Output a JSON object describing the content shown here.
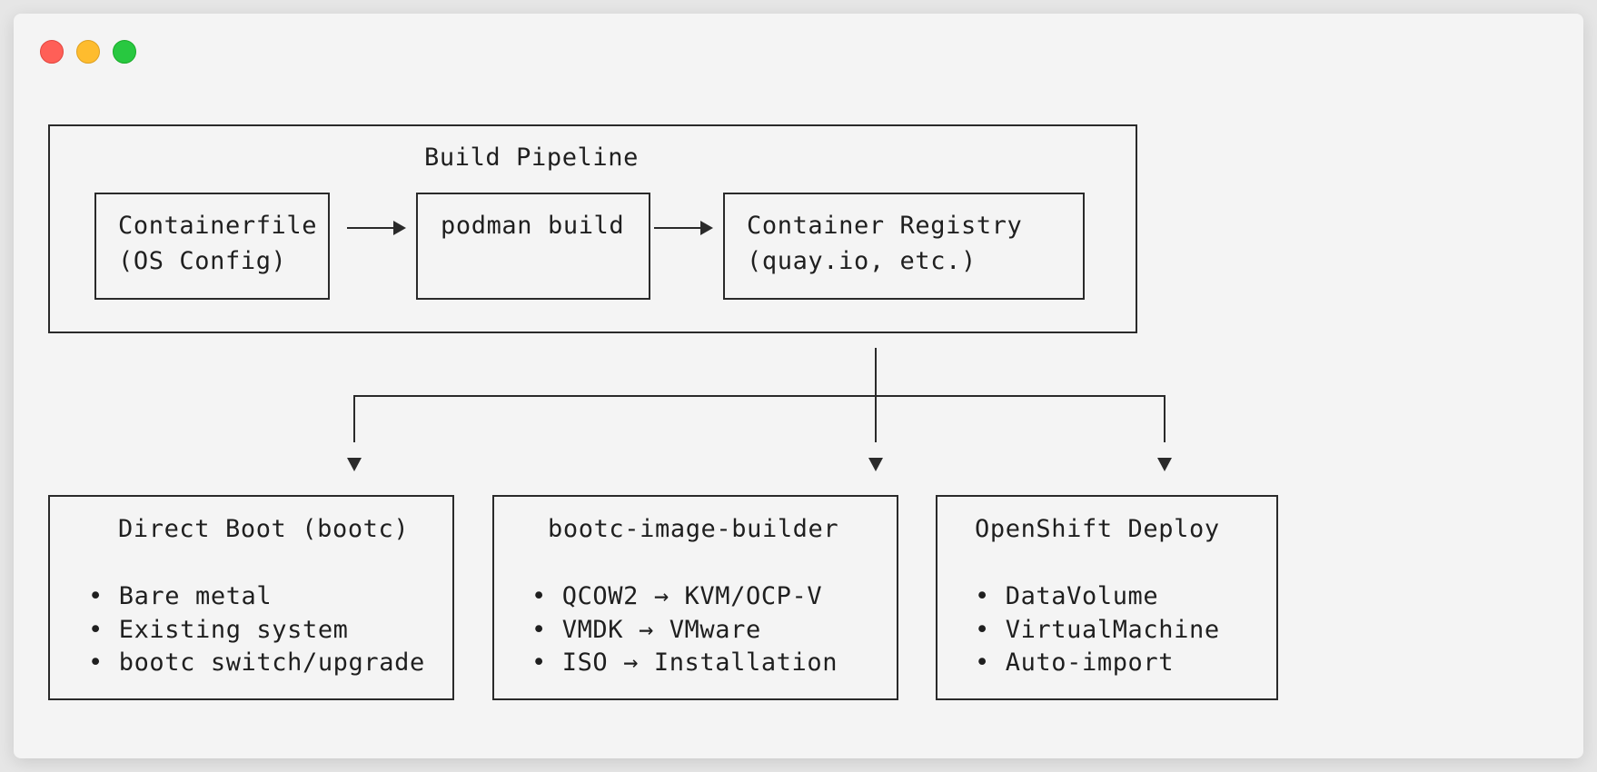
{
  "pipeline": {
    "title": "Build Pipeline",
    "steps": [
      {
        "line1": "Containerfile",
        "line2": "(OS Config)"
      },
      {
        "line1": "podman build",
        "line2": ""
      },
      {
        "line1": "Container Registry",
        "line2": "(quay.io, etc.)"
      }
    ]
  },
  "targets": [
    {
      "title": "Direct Boot (bootc)",
      "items": [
        "• Bare metal",
        "• Existing system",
        "• bootc switch/upgrade"
      ]
    },
    {
      "title": "bootc-image-builder",
      "items": [
        "• QCOW2 → KVM/OCP-V",
        "• VMDK → VMware",
        "• ISO → Installation"
      ]
    },
    {
      "title": "OpenShift Deploy",
      "items": [
        "• DataVolume",
        "• VirtualMachine",
        "• Auto-import"
      ]
    }
  ]
}
